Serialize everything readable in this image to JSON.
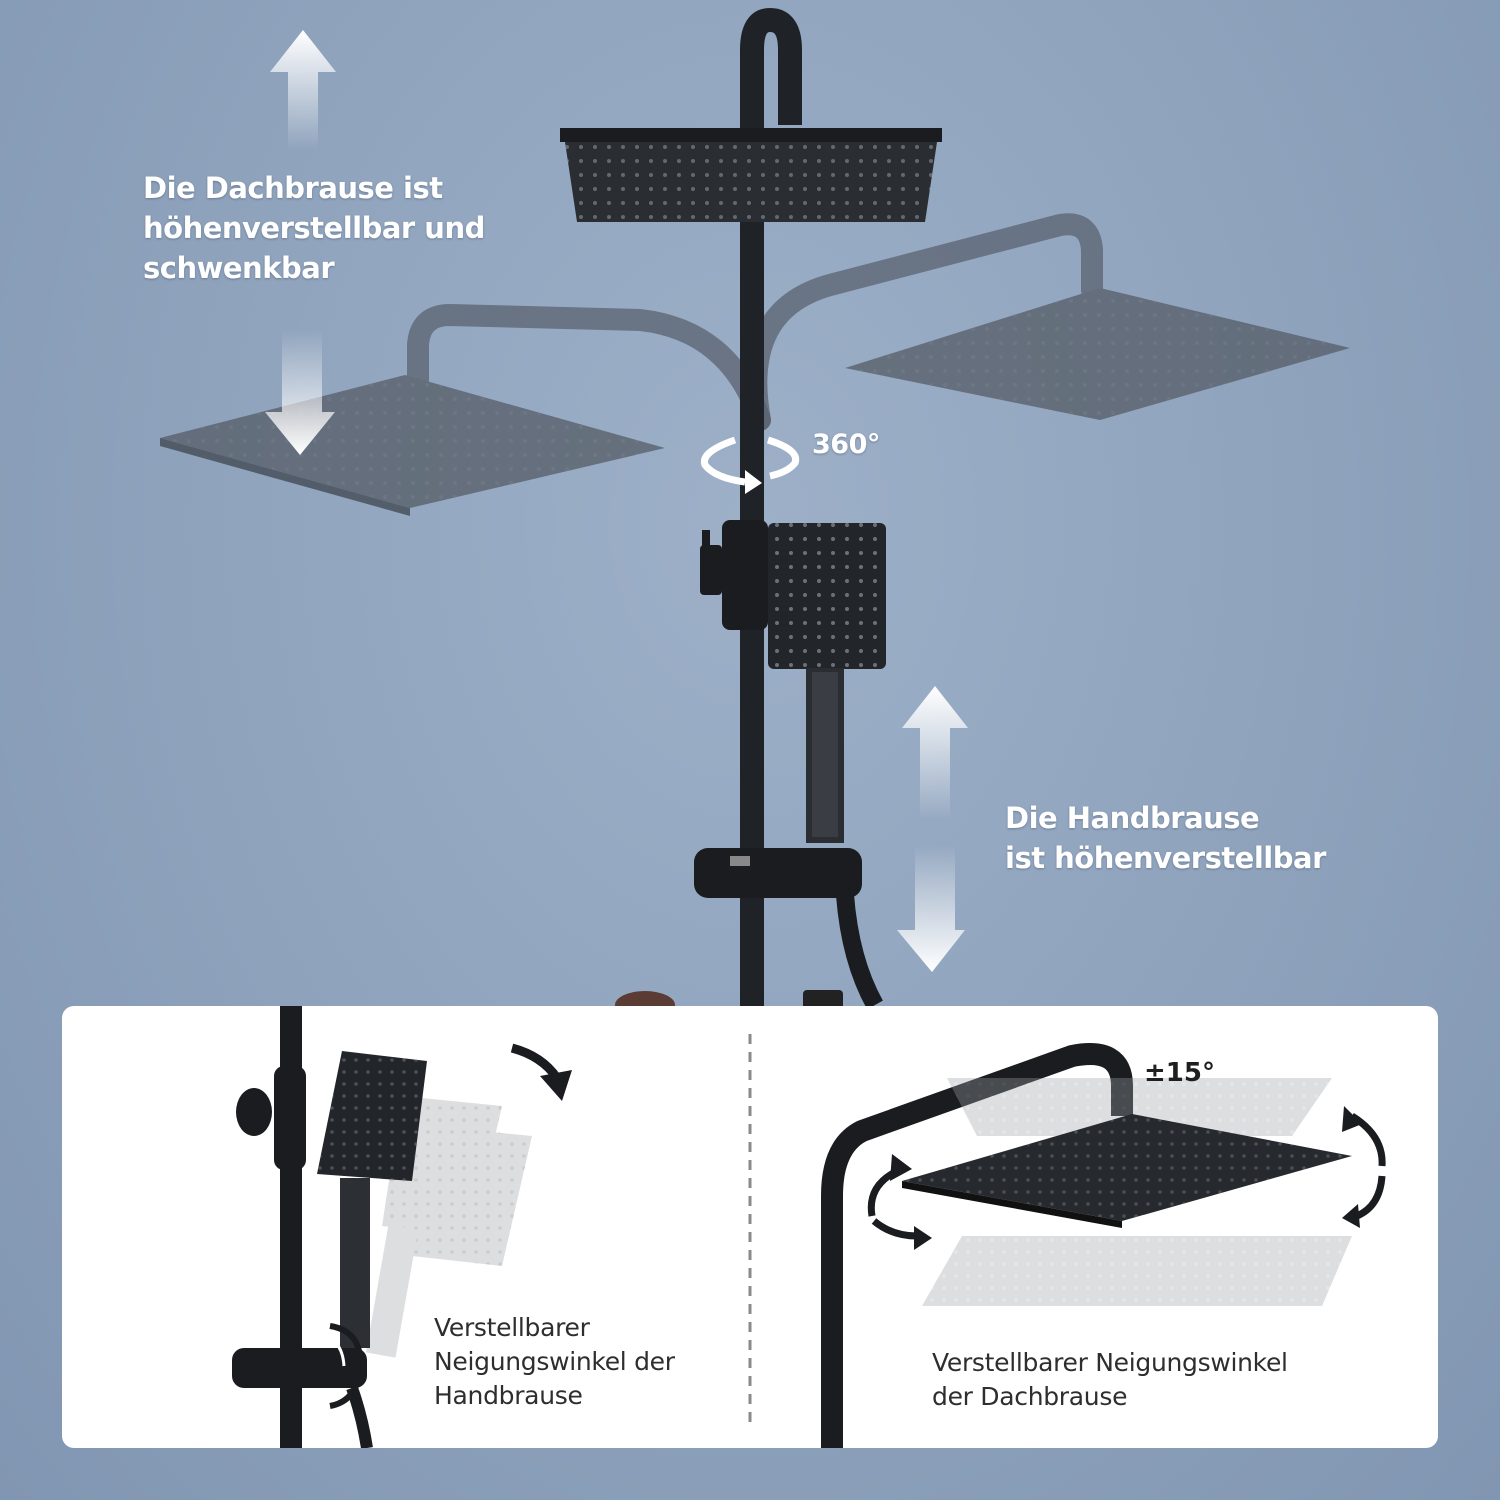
{
  "top": {
    "label_overhead": "Die Dachbrause ist\nhöhenverstellbar und\nschwenkbar",
    "label_rotation": "360°",
    "label_handshower": "Die Handbrause\nist höhenverstellbar"
  },
  "panel": {
    "caption_handshower_tilt": "Verstellbarer\nNeigungswinkel der\nHandbrause",
    "label_tilt_degree": "±15°",
    "caption_overhead_tilt": "Verstellbarer Neigungswinkel\nder Dachbrause"
  },
  "colors": {
    "background": "#8ea3bd",
    "fixture": "#1f2226",
    "panel": "#ffffff"
  }
}
